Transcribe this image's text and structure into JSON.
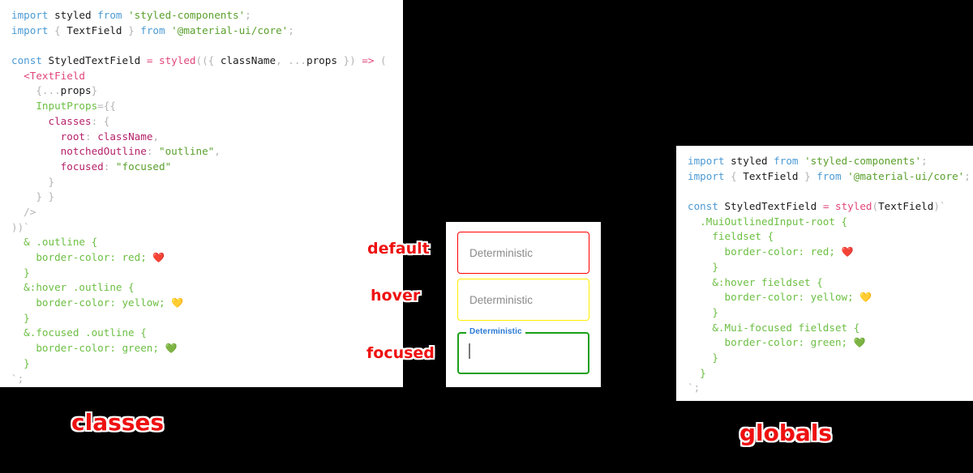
{
  "panels": {
    "classes": {
      "caption": "classes",
      "lines": [
        [
          {
            "t": "import ",
            "c": "kw"
          },
          {
            "t": "styled ",
            "c": "dark"
          },
          {
            "t": "from ",
            "c": "kw"
          },
          {
            "t": "'styled-components'",
            "c": "str"
          },
          {
            "t": ";",
            "c": "punc"
          }
        ],
        [
          {
            "t": "import ",
            "c": "kw"
          },
          {
            "t": "{ ",
            "c": "punc"
          },
          {
            "t": "TextField ",
            "c": "dark"
          },
          {
            "t": "} ",
            "c": "punc"
          },
          {
            "t": "from ",
            "c": "kw"
          },
          {
            "t": "'@material-ui/core'",
            "c": "str"
          },
          {
            "t": ";",
            "c": "punc"
          }
        ],
        [],
        [
          {
            "t": "const ",
            "c": "kw"
          },
          {
            "t": "StyledTextField ",
            "c": "dark"
          },
          {
            "t": "= ",
            "c": "op"
          },
          {
            "t": "styled",
            "c": "fn"
          },
          {
            "t": "(({ ",
            "c": "punc"
          },
          {
            "t": "className",
            "c": "dark"
          },
          {
            "t": ", ",
            "c": "punc"
          },
          {
            "t": "...",
            "c": "punc"
          },
          {
            "t": "props ",
            "c": "dark"
          },
          {
            "t": "}) ",
            "c": "punc"
          },
          {
            "t": "=> ",
            "c": "op"
          },
          {
            "t": "(",
            "c": "punc"
          }
        ],
        [
          {
            "t": "  <",
            "c": "fn"
          },
          {
            "t": "TextField",
            "c": "fn"
          }
        ],
        [
          {
            "t": "    {...",
            "c": "punc"
          },
          {
            "t": "props",
            "c": "dark"
          },
          {
            "t": "}",
            "c": "punc"
          }
        ],
        [
          {
            "t": "    ",
            "c": "punc"
          },
          {
            "t": "InputProps",
            "c": "css"
          },
          {
            "t": "={{",
            "c": "punc"
          }
        ],
        [
          {
            "t": "      ",
            "c": "punc"
          },
          {
            "t": "classes",
            "c": "prop"
          },
          {
            "t": ": {",
            "c": "punc"
          }
        ],
        [
          {
            "t": "        ",
            "c": "punc"
          },
          {
            "t": "root",
            "c": "prop"
          },
          {
            "t": ": ",
            "c": "punc"
          },
          {
            "t": "className",
            "c": "prop"
          },
          {
            "t": ",",
            "c": "punc"
          }
        ],
        [
          {
            "t": "        ",
            "c": "punc"
          },
          {
            "t": "notchedOutline",
            "c": "prop"
          },
          {
            "t": ": ",
            "c": "punc"
          },
          {
            "t": "\"outline\"",
            "c": "str"
          },
          {
            "t": ",",
            "c": "punc"
          }
        ],
        [
          {
            "t": "        ",
            "c": "punc"
          },
          {
            "t": "focused",
            "c": "prop"
          },
          {
            "t": ": ",
            "c": "punc"
          },
          {
            "t": "\"focused\"",
            "c": "str"
          }
        ],
        [
          {
            "t": "      }",
            "c": "punc"
          }
        ],
        [
          {
            "t": "    } }",
            "c": "punc"
          }
        ],
        [
          {
            "t": "  />",
            "c": "punc"
          }
        ],
        [
          {
            "t": "))`",
            "c": "punc"
          }
        ],
        [
          {
            "t": "  & .outline {",
            "c": "css"
          }
        ],
        [
          {
            "t": "    border-color: red; ",
            "c": "css"
          },
          {
            "t": "❤️",
            "c": "emoji"
          }
        ],
        [
          {
            "t": "  }",
            "c": "css"
          }
        ],
        [
          {
            "t": "  &:hover .outline {",
            "c": "css"
          }
        ],
        [
          {
            "t": "    border-color: yellow; ",
            "c": "css"
          },
          {
            "t": "💛",
            "c": "emoji"
          }
        ],
        [
          {
            "t": "  }",
            "c": "css"
          }
        ],
        [
          {
            "t": "  &.focused .outline {",
            "c": "css"
          }
        ],
        [
          {
            "t": "    border-color: green; ",
            "c": "css"
          },
          {
            "t": "💚",
            "c": "emoji"
          }
        ],
        [
          {
            "t": "  }",
            "c": "css"
          }
        ],
        [
          {
            "t": "`;",
            "c": "punc"
          }
        ]
      ]
    },
    "globals": {
      "caption": "globals",
      "lines": [
        [
          {
            "t": "import ",
            "c": "kw"
          },
          {
            "t": "styled ",
            "c": "dark"
          },
          {
            "t": "from ",
            "c": "kw"
          },
          {
            "t": "'styled-components'",
            "c": "str"
          },
          {
            "t": ";",
            "c": "punc"
          }
        ],
        [
          {
            "t": "import ",
            "c": "kw"
          },
          {
            "t": "{ ",
            "c": "punc"
          },
          {
            "t": "TextField ",
            "c": "dark"
          },
          {
            "t": "} ",
            "c": "punc"
          },
          {
            "t": "from ",
            "c": "kw"
          },
          {
            "t": "'@material-ui/core'",
            "c": "str"
          },
          {
            "t": ";",
            "c": "punc"
          }
        ],
        [],
        [
          {
            "t": "const ",
            "c": "kw"
          },
          {
            "t": "StyledTextField ",
            "c": "dark"
          },
          {
            "t": "= ",
            "c": "op"
          },
          {
            "t": "styled",
            "c": "fn"
          },
          {
            "t": "(",
            "c": "punc"
          },
          {
            "t": "TextField",
            "c": "dark"
          },
          {
            "t": ")`",
            "c": "punc"
          }
        ],
        [
          {
            "t": "  .MuiOutlinedInput-root {",
            "c": "css"
          }
        ],
        [
          {
            "t": "    fieldset {",
            "c": "css"
          }
        ],
        [
          {
            "t": "      border-color: red; ",
            "c": "css"
          },
          {
            "t": "❤️",
            "c": "emoji"
          }
        ],
        [
          {
            "t": "    }",
            "c": "css"
          }
        ],
        [
          {
            "t": "    &:hover fieldset {",
            "c": "css"
          }
        ],
        [
          {
            "t": "      border-color: yellow; ",
            "c": "css"
          },
          {
            "t": "💛",
            "c": "emoji"
          }
        ],
        [
          {
            "t": "    }",
            "c": "css"
          }
        ],
        [
          {
            "t": "    &.Mui-focused fieldset {",
            "c": "css"
          }
        ],
        [
          {
            "t": "      border-color: green; ",
            "c": "css"
          },
          {
            "t": "💚",
            "c": "emoji"
          }
        ],
        [
          {
            "t": "    }",
            "c": "css"
          }
        ],
        [
          {
            "t": "  }",
            "c": "css"
          }
        ],
        [
          {
            "t": "`;",
            "c": "punc"
          }
        ]
      ]
    }
  },
  "demo": {
    "fields": [
      {
        "state": "default",
        "placeholder": "Deterministic",
        "value": "",
        "border_color": "#ff0000",
        "label": ""
      },
      {
        "state": "hover",
        "placeholder": "Deterministic",
        "value": "",
        "border_color": "#ffee00",
        "label": ""
      },
      {
        "state": "focused",
        "placeholder": "",
        "value": "",
        "border_color": "#1aa01a",
        "label": "Deterministic",
        "label_color": "#2979d6"
      }
    ]
  },
  "annotations": {
    "default": "default",
    "hover": "hover",
    "focused": "focused",
    "classes": "classes",
    "globals": "globals"
  },
  "colors": {
    "accent_red": "#ee1111",
    "keyword_blue": "#4b9ad4",
    "string_green": "#5aa02c",
    "css_green": "#6cbf43",
    "prop_pink": "#b5216a",
    "fn_pink": "#e0457b",
    "background": "#000000",
    "panel": "#ffffff"
  }
}
